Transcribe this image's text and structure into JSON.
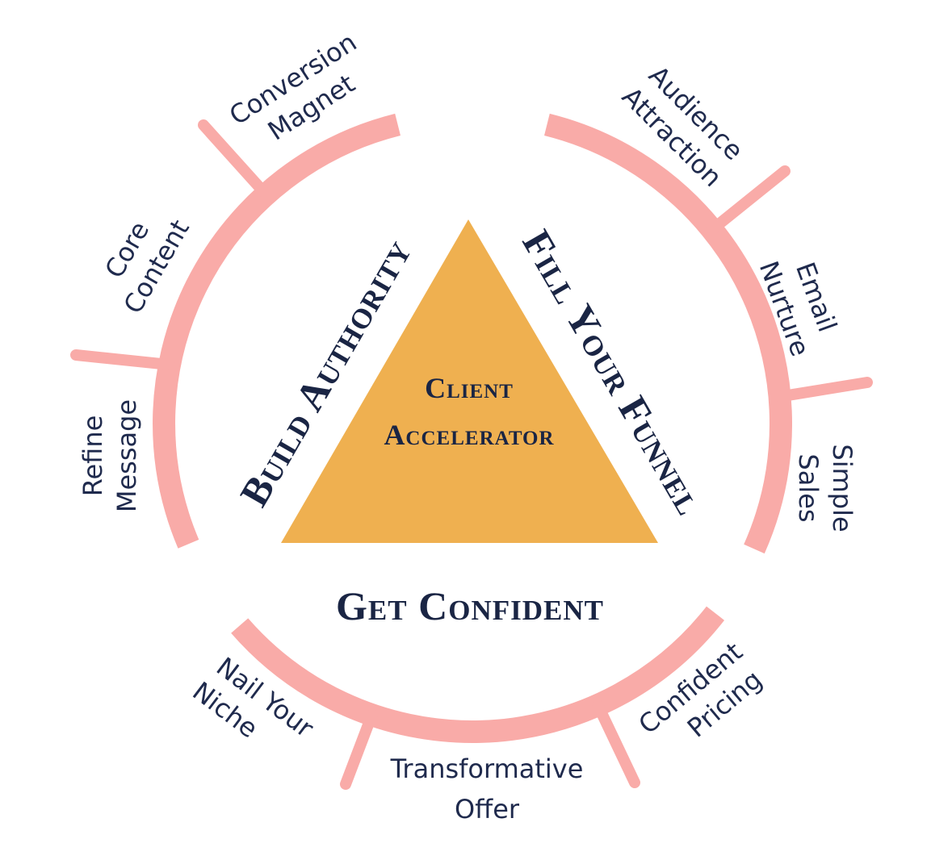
{
  "colors": {
    "ring": "#F9ABA8",
    "triangle": "#EFB050",
    "text": "#1f2a4d"
  },
  "center": {
    "line1": "Client",
    "line2": "Accelerator"
  },
  "pillars": {
    "left": "Build Authority",
    "right": "Fill Your Funnel",
    "bottom": "Get Confident"
  },
  "steps": {
    "conversion_magnet": [
      "Conversion",
      "Magnet"
    ],
    "core_content": [
      "Core",
      "Content"
    ],
    "refine_message": [
      "Refine",
      "Message"
    ],
    "audience_attraction": [
      "Audience",
      "Attraction"
    ],
    "email_nurture": [
      "Email",
      "Nurture"
    ],
    "simple_sales": [
      "Simple",
      "Sales"
    ],
    "nail_your_niche": [
      "Nail Your",
      "Niche"
    ],
    "transformative_offer": [
      "Transformative",
      "Offer"
    ],
    "confident_pricing": [
      "Confident",
      "Pricing"
    ]
  }
}
